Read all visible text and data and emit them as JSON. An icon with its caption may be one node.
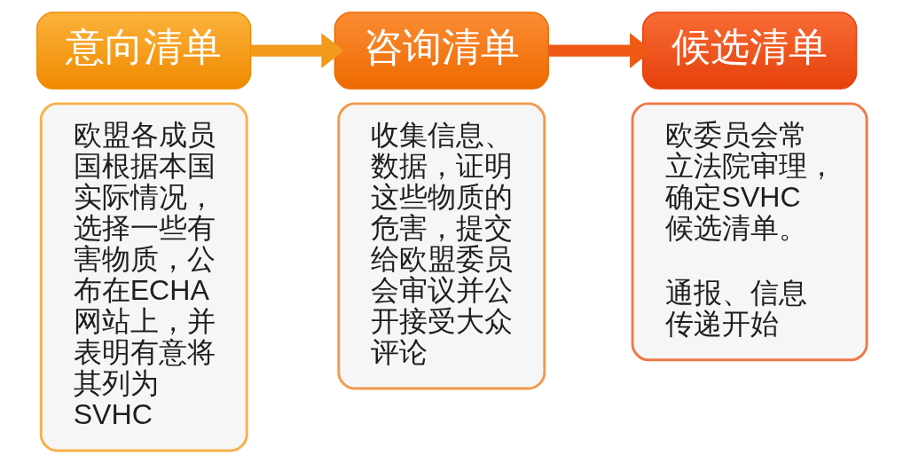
{
  "diagram": {
    "nodes": [
      {
        "text": [
          "意向清单"
        ]
      },
      {
        "text": [
          "欧盟各成员国根据本国实际情况，选择一些有害物质，公布在ECHA网站上，并表明有意将其列为SVHC"
        ]
      },
      {
        "text": [
          "咨询清单"
        ]
      },
      {
        "text": [
          "收集信息、数据，证明这些物质的危害，提交给欧盟委员会审议并公开接受大众评论"
        ]
      },
      {
        "text": [
          "候选清单"
        ]
      },
      {
        "text": [
          "欧委员会常立法院审理，确定SVHC候选清单。",
          "通报、信息传递开始"
        ]
      }
    ],
    "edges": [
      {
        "from": 0,
        "to": 2,
        "arrow": "to",
        "color": "#f29a1c"
      },
      {
        "from": 2,
        "to": 4,
        "arrow": "to",
        "color": "#ee5a14"
      }
    ]
  }
}
